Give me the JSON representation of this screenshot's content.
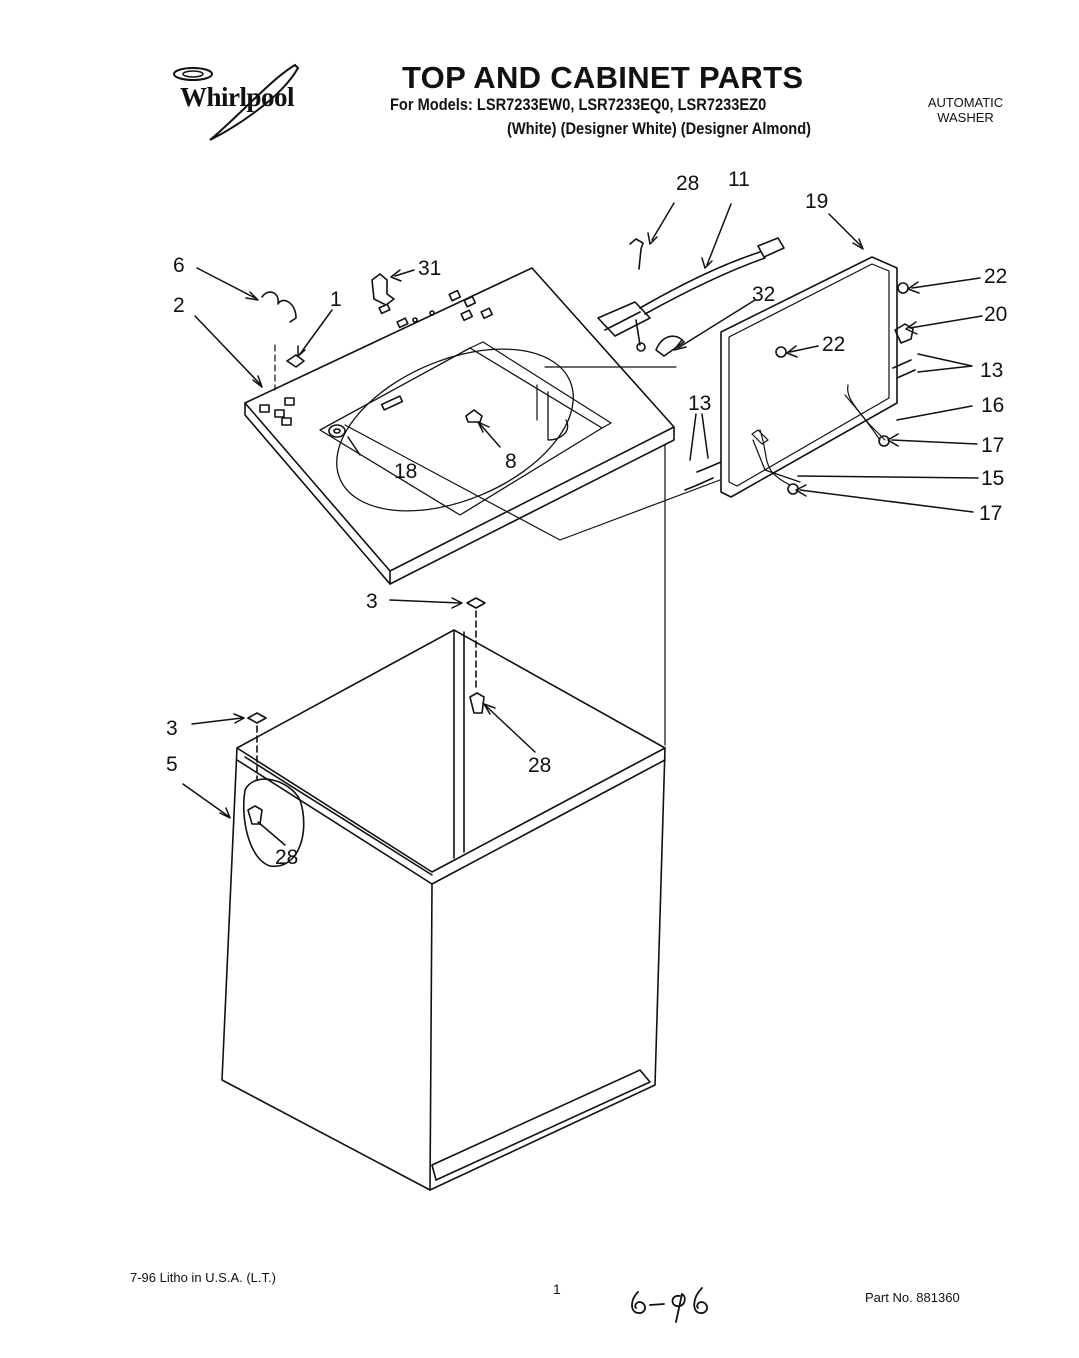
{
  "header": {
    "brand": "Whirlpool",
    "title": "TOP AND CABINET PARTS",
    "models_line": "For Models: LSR7233EW0, LSR7233EQ0, LSR7233EZ0",
    "variants_line": "(White) (Designer White) (Designer Almond)",
    "product_type_line1": "AUTOMATIC",
    "product_type_line2": "WASHER"
  },
  "callouts": {
    "c1": "1",
    "c2": "2",
    "c3a": "3",
    "c3b": "3",
    "c5": "5",
    "c6": "6",
    "c8": "8",
    "c11": "11",
    "c13a": "13",
    "c13b": "13",
    "c15": "15",
    "c16": "16",
    "c17a": "17",
    "c17b": "17",
    "c18": "18",
    "c19": "19",
    "c20": "20",
    "c22a": "22",
    "c22b": "22",
    "c28a": "28",
    "c28b": "28",
    "c28c": "28",
    "c31": "31",
    "c32": "32"
  },
  "footer": {
    "print_info": "7-96 Litho in U.S.A. (L.T.)",
    "page_number": "1",
    "handwritten_note": "6-96",
    "part_number": "Part No. 881360"
  }
}
